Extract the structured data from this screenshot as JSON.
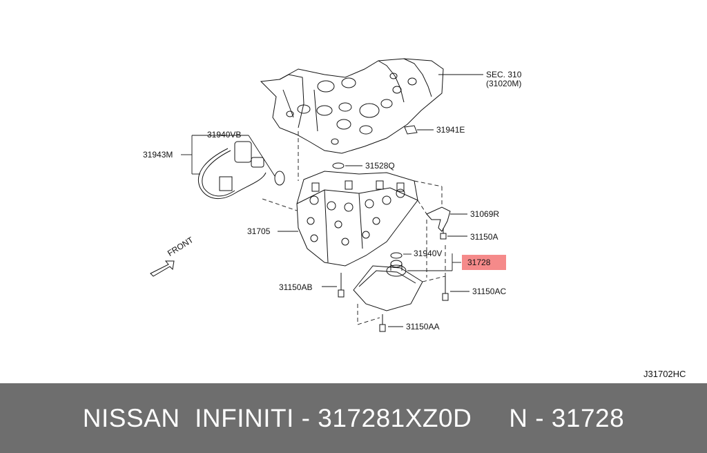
{
  "diagram": {
    "parts": {
      "sec": "SEC. 310",
      "sec_sub": "(31020M)",
      "p31941E": "31941E",
      "p31940VB": "31940VB",
      "p31943M": "31943M",
      "p31528Q": "31528Q",
      "p31069R": "31069R",
      "p31705": "31705",
      "p31150A": "31150A",
      "p31940V": "31940V",
      "p31728": "31728",
      "p31150AB": "31150AB",
      "p31150AC": "31150AC",
      "p31150AA": "31150AA"
    },
    "front_label": "FRONT",
    "diagram_code": "J31702HC",
    "highlight_color": "#f58a8a"
  },
  "footer": {
    "text": "NISSAN  INFINITI - 317281XZ0D     N - 31728",
    "background": "#6e6e6e"
  }
}
